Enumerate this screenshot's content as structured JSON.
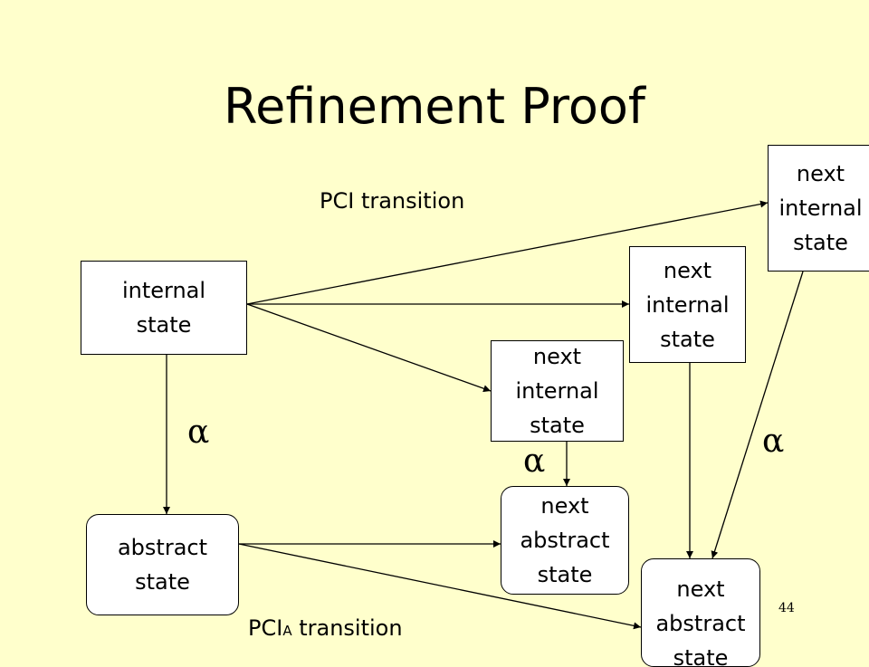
{
  "slide": {
    "title": "Refinement Proof",
    "page_number": "44",
    "pci_label": "PCI transition",
    "pcia_label_prefix": "PCI",
    "pcia_label_sub": "A",
    "pcia_label_suffix": " transition",
    "alpha_symbol": "α"
  },
  "nodes": {
    "internal_state": {
      "line1": "internal",
      "line2": "state"
    },
    "abstract_state": {
      "line1": "abstract",
      "line2": "state"
    },
    "next_internal_1": {
      "line1": "next",
      "line2": "internal",
      "line3": "state"
    },
    "next_internal_2": {
      "line1": "next",
      "line2": "internal",
      "line3": "state"
    },
    "next_internal_3": {
      "line1": "next",
      "line2": "internal",
      "line3": "state"
    },
    "next_abstract_1": {
      "line1": "next",
      "line2": "abstract",
      "line3": "state"
    },
    "next_abstract_2": {
      "line1": "next",
      "line2": "abstract",
      "line3": "state"
    }
  }
}
